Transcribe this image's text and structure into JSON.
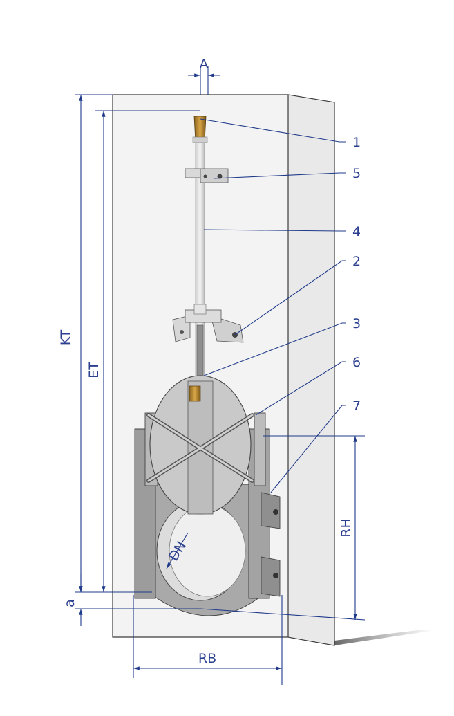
{
  "dimensions": {
    "a_top": "A",
    "kt": "KT",
    "et": "ET",
    "rh": "RH",
    "rb": "RB",
    "a_bottom": "a",
    "dn": "DN"
  },
  "callouts": [
    "1",
    "5",
    "4",
    "2",
    "3",
    "6",
    "7"
  ]
}
